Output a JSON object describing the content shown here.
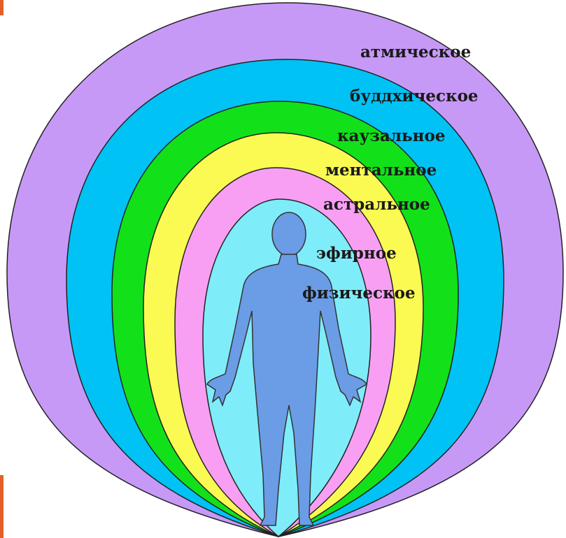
{
  "diagram": {
    "layers": [
      {
        "label": "атмическое",
        "color": "#c799f7"
      },
      {
        "label": "буддхическое",
        "color": "#00c2f5"
      },
      {
        "label": "каузальное",
        "color": "#12e11a"
      },
      {
        "label": "ментальное",
        "color": "#fafa52"
      },
      {
        "label": "астральное",
        "color": "#f99ff3"
      },
      {
        "label": "эфирное",
        "color": "#7fecfa"
      },
      {
        "label": "физическое",
        "color": "#6b9ce6"
      }
    ],
    "accent_color": "#e2602a"
  }
}
